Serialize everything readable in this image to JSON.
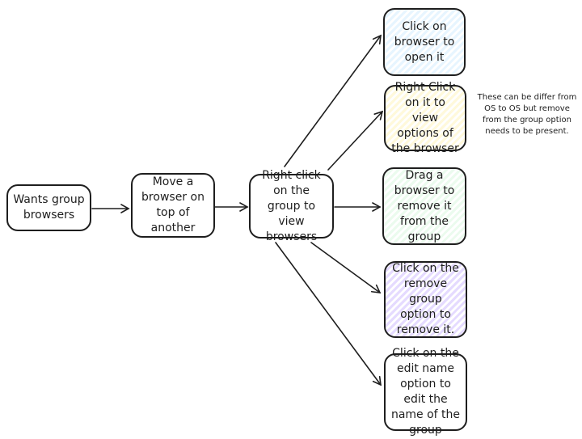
{
  "nodes": {
    "wants_group": "Wants group browsers",
    "move_browser": "Move a browser on top of another",
    "right_click_group": "Right click on the group to view browsers",
    "click_open": "Click on browser to open it",
    "right_click_options": "Right Click on it to view options of the browser",
    "drag_remove": "Drag a browser to remove it from the group",
    "remove_group": "Click on the remove group option to remove it.",
    "edit_name": "Click on the edit name option to edit the name of the group"
  },
  "note": "These can be differ from OS to OS but remove from the group option needs to be present.",
  "colors": {
    "stroke": "#1e1e1e",
    "blue_fill": "#e7f5ff",
    "yellow_fill": "#fff9db",
    "green_fill": "#ebfbee",
    "purple_fill": "#e5dbff"
  }
}
